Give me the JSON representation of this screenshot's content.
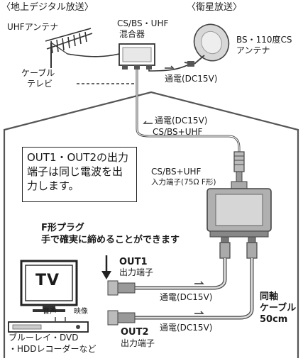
{
  "headings": {
    "terrestrial": "〈地上デジタル放送〉",
    "satellite": "〈衛星放送〉"
  },
  "labels": {
    "uhf_antenna": "UHFアンテナ",
    "mixer": [
      "CS/BS・UHF",
      "混合器"
    ],
    "bs_antenna": [
      "BS・110度CS",
      "アンテナ"
    ],
    "cable_tv": [
      "ケーブル",
      "テレビ"
    ],
    "power_1": "通電(DC15V)",
    "power_2": "通電(DC15V)",
    "cs_bs_uhf": "CS/BS+UHF",
    "input_terminal": [
      "CS/BS+UHF",
      "入力端子(75Ω F形)"
    ],
    "fplug": [
      "F形プラグ",
      "手で確実に締めることができます"
    ],
    "out1": [
      "OUT1",
      "出力端子"
    ],
    "out2": [
      "OUT2",
      "出力端子"
    ],
    "power_out1": "通電(DC15V)",
    "power_out2": "通電(DC15V)",
    "coax": [
      "同軸",
      "ケーブル",
      "50cm"
    ],
    "tv": "TV",
    "audio": "音声",
    "video": "映像",
    "recorder": [
      "ブルーレイ・DVD",
      "・HDDレコーダーなど"
    ]
  },
  "note": "OUT1・OUT2の出力端子は同じ電波を出力します。"
}
